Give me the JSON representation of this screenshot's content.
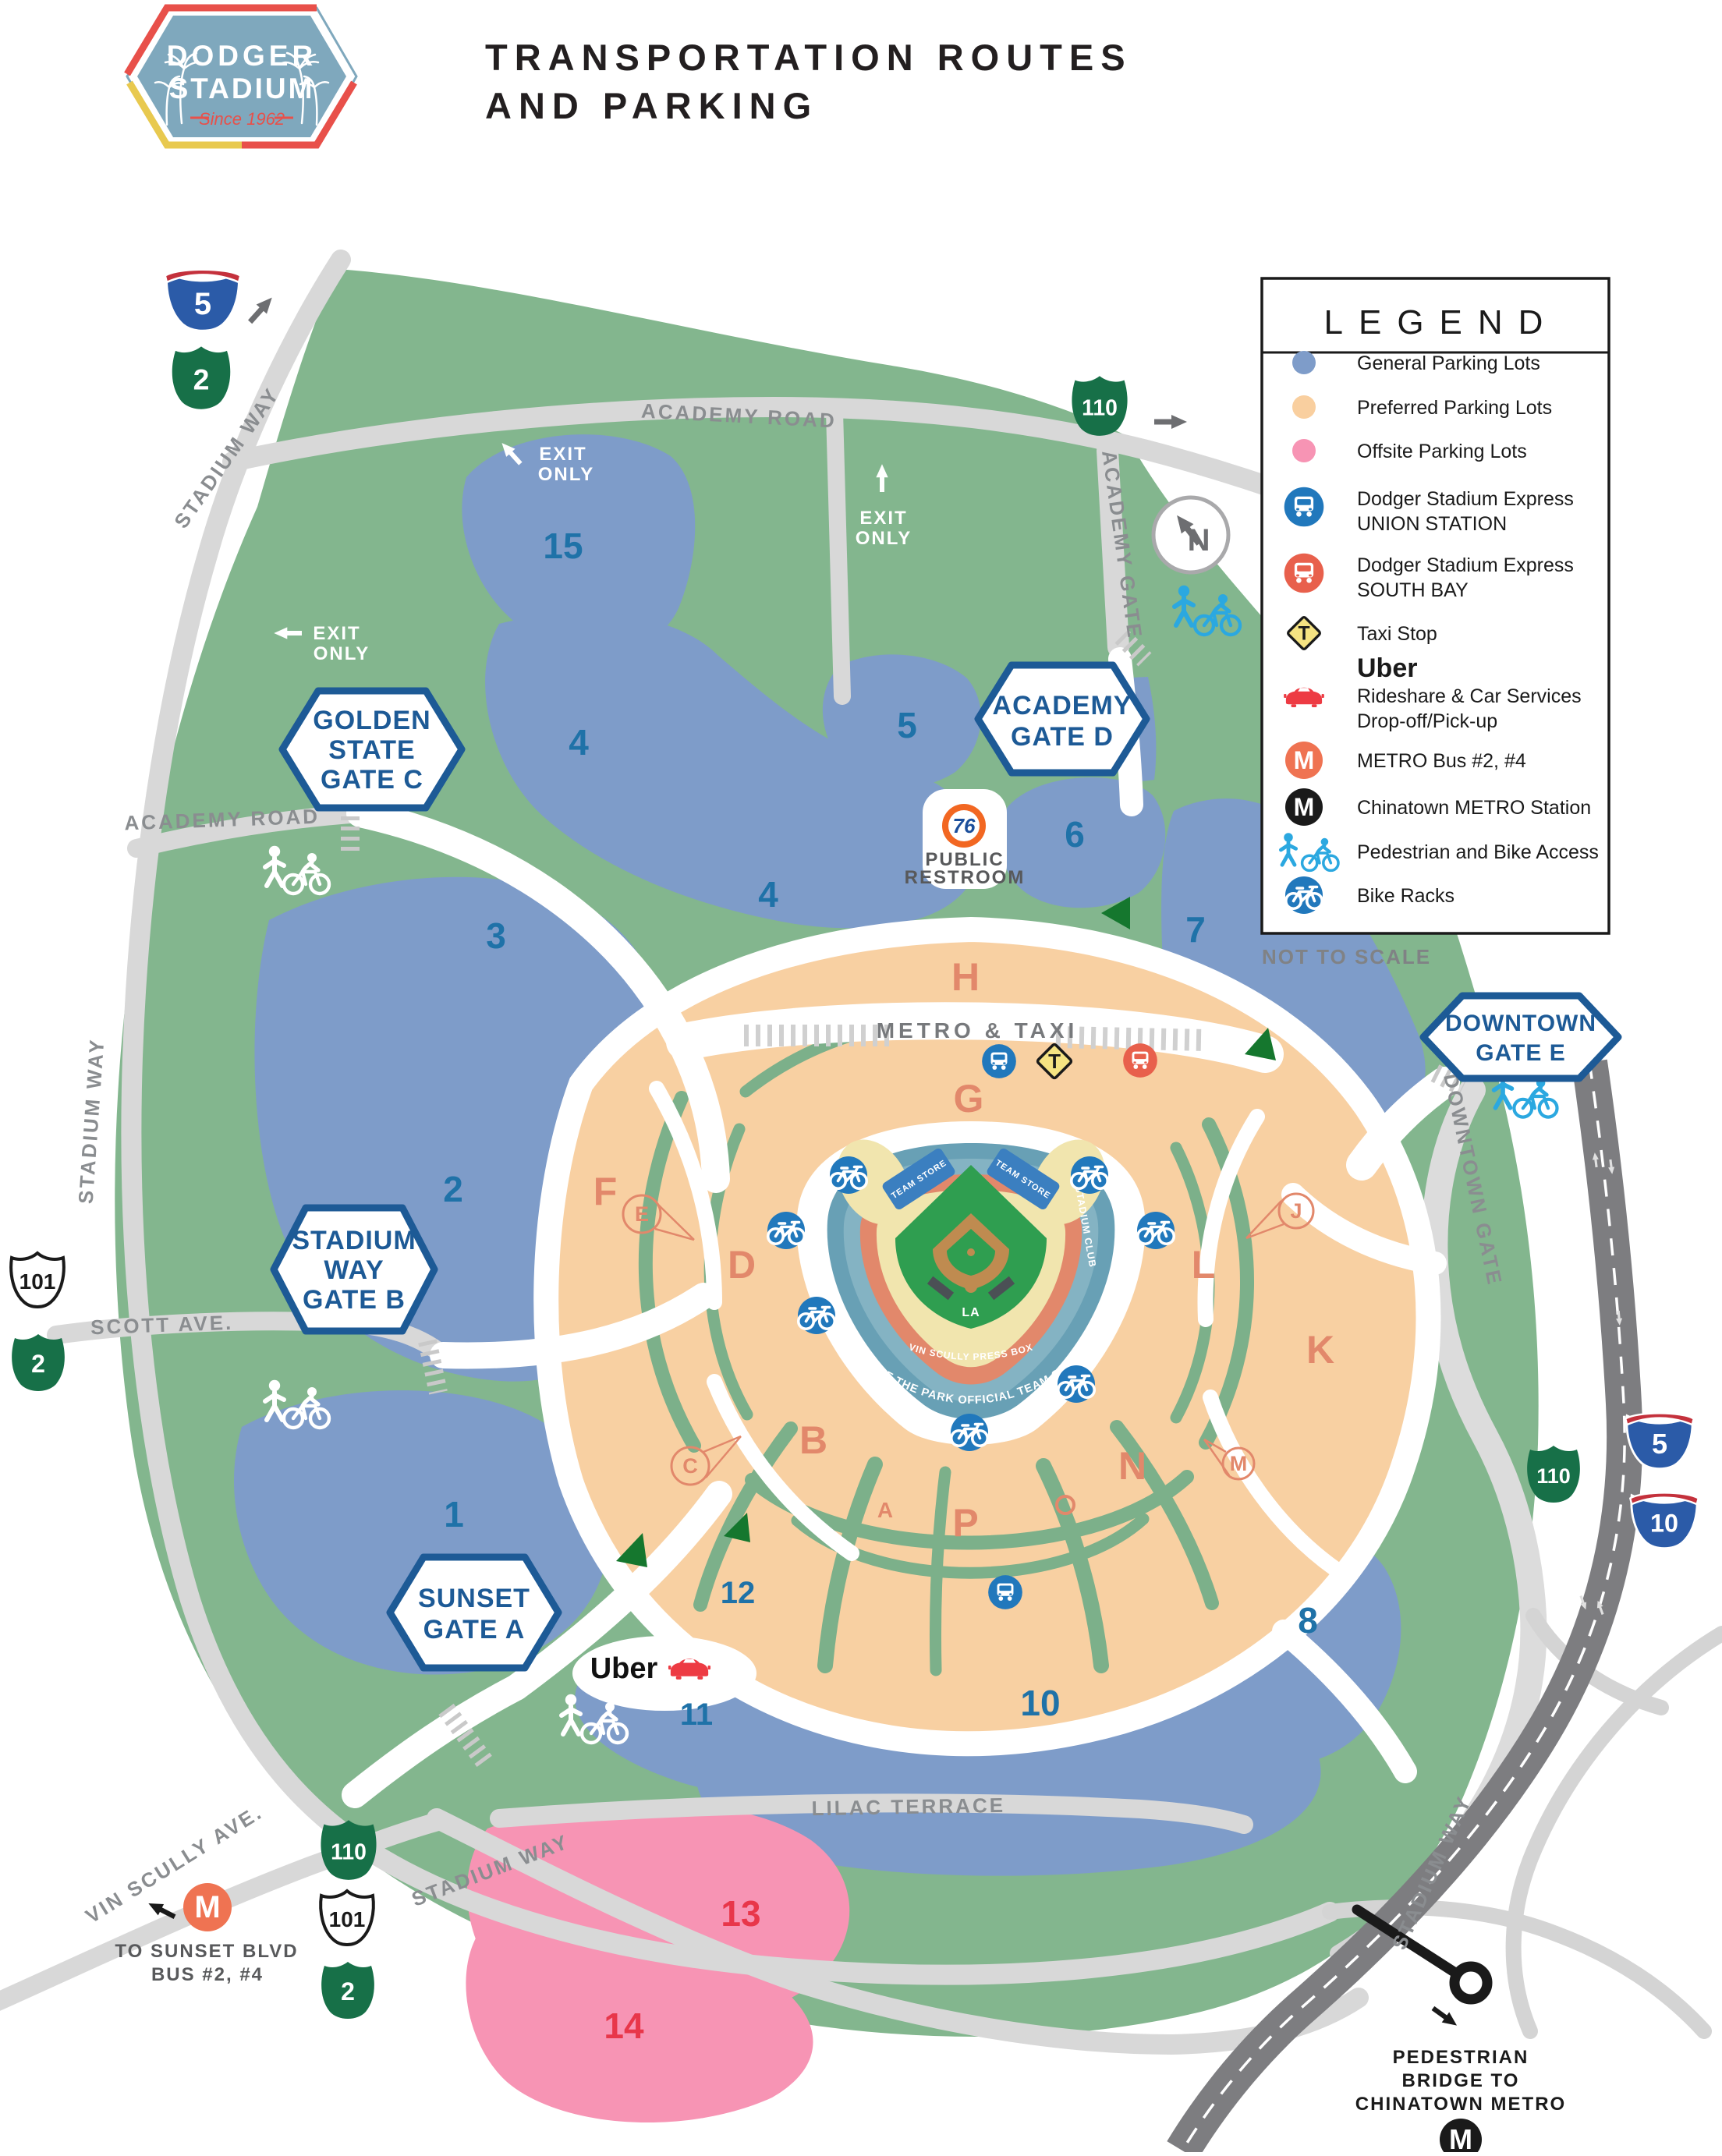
{
  "header": {
    "logo": {
      "name_line1": "DODGER",
      "name_line2": "STADIUM",
      "tagline": "Since 1962"
    },
    "title_line1": "TRANSPORTATION ROUTES",
    "title_line2": "AND PARKING"
  },
  "legend": {
    "title": "LEGEND",
    "not_to_scale": "NOT TO SCALE",
    "items": [
      {
        "icon": "general-dot",
        "label": "General Parking Lots",
        "color": "#7e9cc9"
      },
      {
        "icon": "preferred-dot",
        "label": "Preferred Parking Lots",
        "color": "#f9cf9f"
      },
      {
        "icon": "offsite-dot",
        "label": "Offsite Parking Lots",
        "color": "#f794b4"
      },
      {
        "icon": "bus-blue",
        "line1": "Dodger Stadium Express",
        "line2": "UNION STATION",
        "color": "#2178bc"
      },
      {
        "icon": "bus-red",
        "line1": "Dodger Stadium Express",
        "line2": "SOUTH BAY",
        "color": "#e8604c"
      },
      {
        "icon": "taxi",
        "label": "Taxi Stop",
        "color": "#f5e382"
      },
      {
        "icon": "uber-car",
        "brand": "Uber",
        "line1": "Rideshare & Car Services",
        "line2": "Drop-off/Pick-up",
        "color": "#ed3b43"
      },
      {
        "icon": "metro-m",
        "label": "METRO Bus #2, #4",
        "color": "#ef7352"
      },
      {
        "icon": "chinatown-m",
        "label": "Chinatown METRO Station",
        "color": "#1a1a1a"
      },
      {
        "icon": "ped-bike",
        "label": "Pedestrian and Bike Access",
        "color": "#2ba8e0"
      },
      {
        "icon": "bike-rack",
        "label": "Bike Racks",
        "color": "#2178bc"
      }
    ]
  },
  "map": {
    "roads": {
      "academy_top": "ACADEMY ROAD",
      "academy_left": "ACADEMY ROAD",
      "stadium_way_top": "STADIUM WAY",
      "stadium_way_left": "STADIUM WAY",
      "stadium_way_bottom": "STADIUM WAY",
      "stadium_way_right": "STADIUM WAY",
      "scott": "SCOTT AVE.",
      "academy_gate": "ACADEMY GATE",
      "downtown_gate": "DOWNTOWN GATE",
      "lilac": "LILAC TERRACE",
      "vin_scully": "VIN SCULLY AVE."
    },
    "gates": {
      "c1": "GOLDEN",
      "c2": "STATE",
      "c3": "GATE C",
      "d1": "ACADEMY",
      "d2": "GATE D",
      "b1": "STADIUM",
      "b2": "WAY",
      "b3": "GATE B",
      "a1": "SUNSET",
      "a2": "GATE A",
      "e1": "DOWNTOWN",
      "e2": "GATE E"
    },
    "exit": {
      "l1": "EXIT",
      "l2": "ONLY"
    },
    "shields": {
      "i5": "5",
      "i10": "10",
      "ca2": "2",
      "ca110": "110",
      "us101": "101"
    },
    "lots": {
      "n15": "15",
      "n4": "4",
      "n5": "5",
      "n6": "6",
      "n7": "7",
      "n3": "3",
      "n2": "2",
      "n1": "1",
      "n12": "12",
      "n11": "11",
      "n10": "10",
      "n8": "8",
      "n13": "13",
      "n14": "14",
      "pH": "H",
      "pG": "G",
      "pF": "F",
      "pD": "D",
      "pB": "B",
      "pA": "A",
      "pP": "P",
      "pN": "N",
      "pL": "L",
      "pK": "K",
      "pE": "E",
      "pC": "C",
      "pJ": "J",
      "pM": "M"
    },
    "stadium": {
      "team_store": "TEAM STORE",
      "stadium_club": "STADIUM CLUB",
      "press_box": "VIN SCULLY PRESS BOX",
      "top_of_park": "TOP OF THE PARK OFFICIAL TEAM STORE",
      "la": "LA"
    },
    "labels": {
      "metro_taxi": "METRO & TAXI",
      "uber": "Uber",
      "to_sunset1": "TO SUNSET BLVD",
      "to_sunset2": "BUS #2, #4",
      "bridge1": "PEDESTRIAN",
      "bridge2": "BRIDGE TO",
      "bridge3": "CHINATOWN METRO",
      "restroom1": "PUBLIC",
      "restroom2": "RESTROOM",
      "s76": "76",
      "m": "M",
      "t": "T",
      "n": "N"
    }
  },
  "colors": {
    "general": "#7e9cc9",
    "preferred": "#f8d0a2",
    "offsite": "#f794b4",
    "park_green": "#83b68e",
    "road_gray": "#d8d8d8",
    "freeway": "#7d7d80",
    "lot_number_blue": "#1f72a8",
    "lot_letter_salmon": "#e2886b",
    "offsite_number_red": "#e8364a",
    "gate_blue": "#1d5a96",
    "metro_orange": "#ef7352",
    "express_blue": "#2178bc",
    "express_red": "#e8604c",
    "taxi_yellow": "#f5e382",
    "access_blue": "#2ba8e0"
  }
}
